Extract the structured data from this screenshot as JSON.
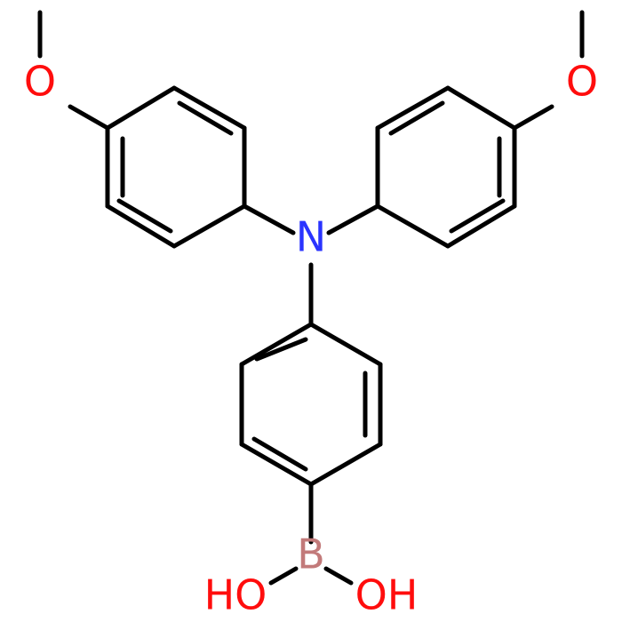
{
  "atoms": {
    "left_oxygen": "O",
    "right_oxygen": "O",
    "nitrogen": "N",
    "boron": "B",
    "left_hydroxyl": "HO",
    "right_hydroxyl": "OH"
  },
  "colors": {
    "bond": "#000000",
    "oxygen": "#ff0d0d",
    "nitrogen": "#2a34ff",
    "boron": "#c27a7a"
  }
}
